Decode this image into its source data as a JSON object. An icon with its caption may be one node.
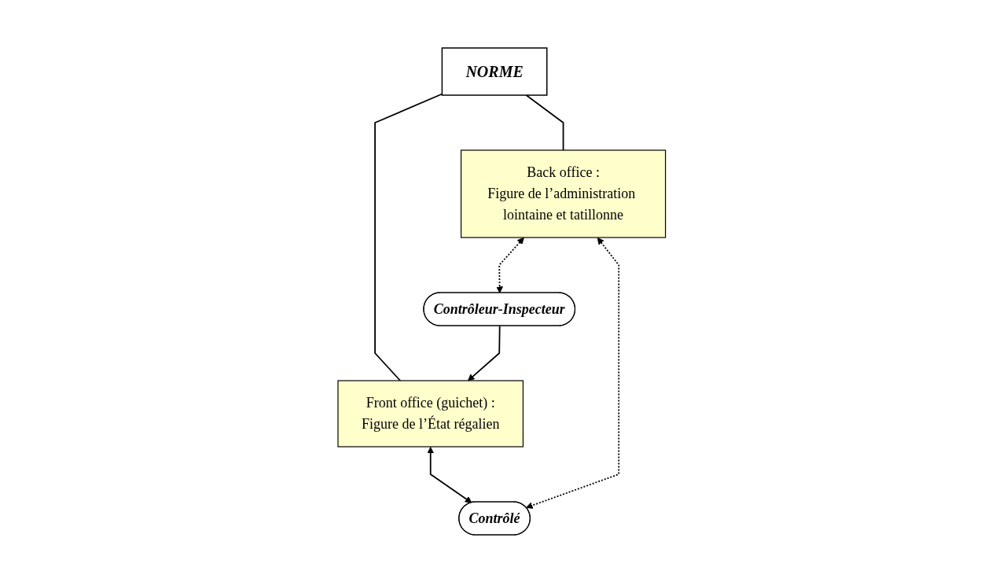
{
  "diagram": {
    "nodes": [
      {
        "text": [
          "NORME"
        ]
      },
      {
        "text": [
          "Back office :",
          "Figure de l’administration lointaine et tatillonne"
        ]
      },
      {
        "text": [
          "Contrôleur-Inspecteur"
        ]
      },
      {
        "text": [
          "Front office (guichet) :",
          "Figure de l’État régalien"
        ]
      },
      {
        "text": [
          "Contrôlé"
        ]
      }
    ],
    "edges": [
      {
        "from": 0,
        "to": 1,
        "arrow": "none"
      },
      {
        "from": 0,
        "to": 3,
        "arrow": "none"
      },
      {
        "from": 1,
        "to": 2,
        "arrow": "both",
        "style": "dashed"
      },
      {
        "from": 2,
        "to": 3,
        "arrow": "to"
      },
      {
        "from": 3,
        "to": 4,
        "arrow": "both"
      },
      {
        "from": 1,
        "to": 4,
        "arrow": "both",
        "style": "dashed"
      }
    ]
  }
}
